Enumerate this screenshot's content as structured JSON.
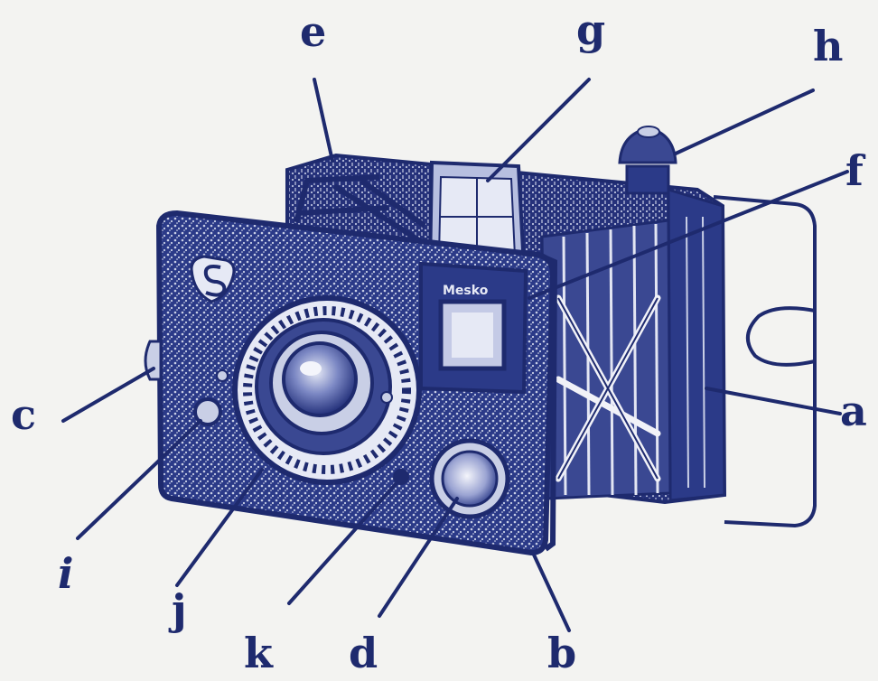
{
  "figure": {
    "colors": {
      "ink": "#1e2a6e",
      "paper": "#f3f3f1",
      "shade": "#2b3a88"
    },
    "subject_icon": "folding-camera-illustration",
    "callouts": {
      "a": "a",
      "b": "b",
      "c": "c",
      "d": "d",
      "e": "e",
      "f": "f",
      "g": "g",
      "h": "h",
      "i": "i",
      "j": "j",
      "k": "k"
    },
    "brand_plate_text": "Mesko"
  }
}
